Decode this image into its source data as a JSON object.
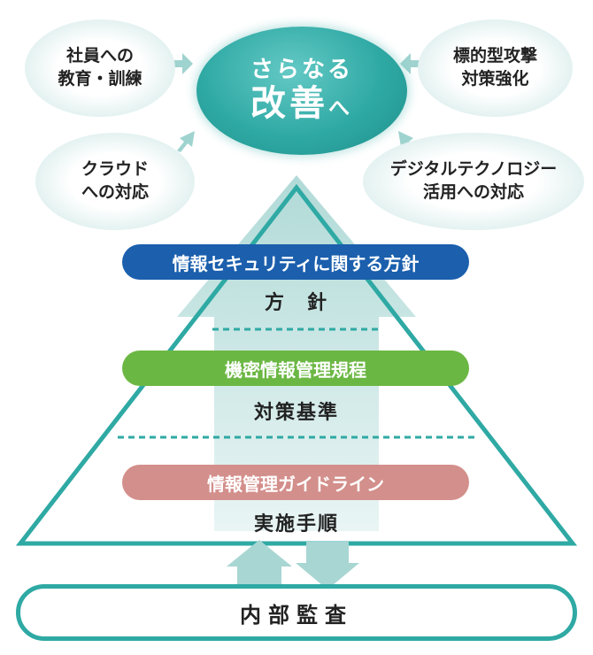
{
  "goal": {
    "line1": "さらなる",
    "line2": "改善",
    "line2_suffix": "へ"
  },
  "clouds": {
    "top_left": "社員への\n教育・訓練",
    "top_right": "標的型攻撃\n対策強化",
    "bottom_left": "クラウド\nへの対応",
    "bottom_right": "デジタルテクノロジー\n活用への対応"
  },
  "tiers": [
    {
      "pill": "情報セキュリティに関する方針",
      "level": "方　針",
      "color": "#1b5fad"
    },
    {
      "pill": "機密情報管理規程",
      "level": "対策基準",
      "color": "#6bb743"
    },
    {
      "pill": "情報管理ガイドライン",
      "level": "実施手順",
      "color": "#d38f8b"
    }
  ],
  "audit": {
    "label": "内部監査"
  },
  "colors": {
    "teal": "#2fa9a4",
    "arrow": "#a8d6d3",
    "arrow_light": "#d2ebe9",
    "pyramid_stroke": "#2fa9a4"
  }
}
